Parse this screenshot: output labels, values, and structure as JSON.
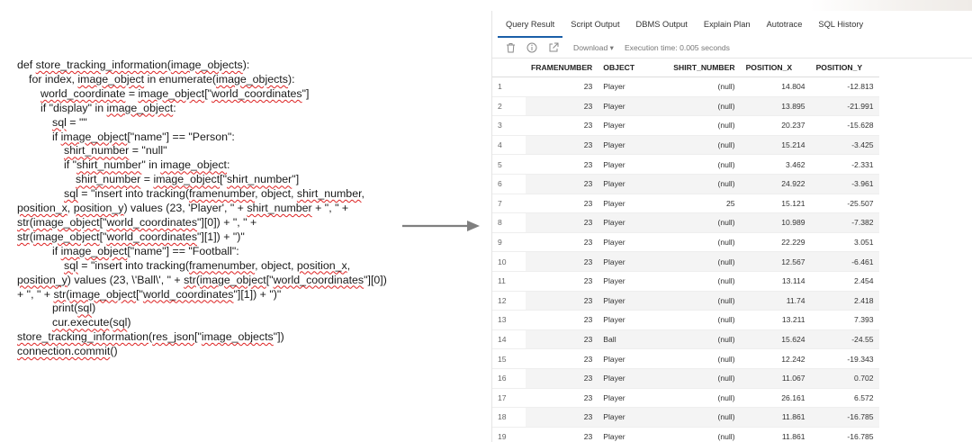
{
  "code": {
    "lines": [
      {
        "indent": 0,
        "segments": [
          {
            "t": "def "
          },
          {
            "t": "store_tracking_information",
            "sq": true
          },
          {
            "t": "("
          },
          {
            "t": "image_objects",
            "sq": true
          },
          {
            "t": "):"
          }
        ]
      },
      {
        "indent": 1,
        "segments": [
          {
            "t": "for index, "
          },
          {
            "t": "image_object",
            "sq": true
          },
          {
            "t": " in enumerate("
          },
          {
            "t": "image_objects",
            "sq": true
          },
          {
            "t": "):"
          }
        ]
      },
      {
        "indent": 2,
        "segments": [
          {
            "t": "world_coordinate",
            "sq": true
          },
          {
            "t": " = "
          },
          {
            "t": "image_object",
            "sq": true
          },
          {
            "t": "[\""
          },
          {
            "t": "world_coordinates",
            "sq": true
          },
          {
            "t": "\"]"
          }
        ]
      },
      {
        "indent": 2,
        "segments": [
          {
            "t": "if \"display\" in "
          },
          {
            "t": "image_object",
            "sq": true
          },
          {
            "t": ":"
          }
        ]
      },
      {
        "indent": 3,
        "segments": [
          {
            "t": "sql",
            "sq": true
          },
          {
            "t": " = \"\""
          }
        ]
      },
      {
        "indent": 3,
        "segments": [
          {
            "t": "if "
          },
          {
            "t": "image_object",
            "sq": true
          },
          {
            "t": "[\"name\"] == \"Person\":"
          }
        ]
      },
      {
        "indent": 4,
        "segments": [
          {
            "t": "shirt_number",
            "sq": true
          },
          {
            "t": " = \"null\""
          }
        ]
      },
      {
        "indent": 4,
        "segments": [
          {
            "t": "if \""
          },
          {
            "t": "shirt_number",
            "sq": true
          },
          {
            "t": "\" in "
          },
          {
            "t": "image_object",
            "sq": true
          },
          {
            "t": ":"
          }
        ]
      },
      {
        "indent": 5,
        "segments": [
          {
            "t": "shirt_number",
            "sq": true
          },
          {
            "t": " = "
          },
          {
            "t": "image_object",
            "sq": true
          },
          {
            "t": "[\""
          },
          {
            "t": "shirt_number",
            "sq": true
          },
          {
            "t": "\"]"
          }
        ]
      },
      {
        "indent": 4,
        "wrap": true,
        "segments": [
          {
            "t": "sql",
            "sq": true
          },
          {
            "t": " = \"insert into tracking("
          },
          {
            "t": "framenumber",
            "sq": true
          },
          {
            "t": ", object, "
          },
          {
            "t": "shirt_number",
            "sq": true
          },
          {
            "t": ", "
          },
          {
            "t": "position_x",
            "sq": true
          },
          {
            "t": ", "
          },
          {
            "t": "position_y",
            "sq": true
          },
          {
            "t": ") values (23, 'Player', \" + "
          },
          {
            "t": "shirt_number",
            "sq": true
          },
          {
            "t": " + \", \" + "
          },
          {
            "t": "str",
            "sq": true
          },
          {
            "t": "("
          },
          {
            "t": "image_object",
            "sq": true
          },
          {
            "t": "[\""
          },
          {
            "t": "world_coordinates",
            "sq": true
          },
          {
            "t": "\"][0]) + \", \" + "
          },
          {
            "t": "str",
            "sq": true
          },
          {
            "t": "("
          },
          {
            "t": "image_object",
            "sq": true
          },
          {
            "t": "[\""
          },
          {
            "t": "world_coordinates",
            "sq": true
          },
          {
            "t": "\"][1]) + \")\""
          }
        ]
      },
      {
        "indent": 3,
        "segments": [
          {
            "t": "if "
          },
          {
            "t": "image_object",
            "sq": true
          },
          {
            "t": "[\"name\"] == \"Football\":"
          }
        ]
      },
      {
        "indent": 4,
        "wrap": true,
        "segments": [
          {
            "t": "sql",
            "sq": true
          },
          {
            "t": " = \"insert into tracking("
          },
          {
            "t": "framenumber",
            "sq": true
          },
          {
            "t": ", object, "
          },
          {
            "t": "position_x",
            "sq": true
          },
          {
            "t": ", "
          },
          {
            "t": "position_y",
            "sq": true
          },
          {
            "t": ") values (23, \\'Ball\\', \" + "
          },
          {
            "t": "str",
            "sq": true
          },
          {
            "t": "("
          },
          {
            "t": "image_object",
            "sq": true
          },
          {
            "t": "[\""
          },
          {
            "t": "world_coordinates",
            "sq": true
          },
          {
            "t": "\"][0]) + \", \" + "
          },
          {
            "t": "str",
            "sq": true
          },
          {
            "t": "("
          },
          {
            "t": "image_object",
            "sq": true
          },
          {
            "t": "[\""
          },
          {
            "t": "world_coordinates",
            "sq": true
          },
          {
            "t": "\"][1]) + \")\""
          }
        ]
      },
      {
        "indent": 3,
        "segments": [
          {
            "t": "print("
          },
          {
            "t": "sql",
            "sq": true
          },
          {
            "t": ")"
          }
        ]
      },
      {
        "indent": 3,
        "segments": [
          {
            "t": "cur.execute",
            "sq": true
          },
          {
            "t": "("
          },
          {
            "t": "sql",
            "sq": true
          },
          {
            "t": ")"
          }
        ]
      },
      {
        "indent": 0,
        "segments": [
          {
            "t": "store_tracking_information",
            "sq": true
          },
          {
            "t": "("
          },
          {
            "t": "res_json",
            "sq": true
          },
          {
            "t": "[\""
          },
          {
            "t": "image_objects",
            "sq": true
          },
          {
            "t": "\"])"
          }
        ]
      },
      {
        "indent": 0,
        "segments": [
          {
            "t": "connection.commit",
            "sq": true
          },
          {
            "t": "()"
          }
        ]
      }
    ]
  },
  "panel": {
    "tabs": [
      {
        "label": "Query Result",
        "active": true
      },
      {
        "label": "Script Output",
        "active": false
      },
      {
        "label": "DBMS Output",
        "active": false
      },
      {
        "label": "Explain Plan",
        "active": false
      },
      {
        "label": "Autotrace",
        "active": false
      },
      {
        "label": "SQL History",
        "active": false
      }
    ],
    "toolbar": {
      "icons": [
        "trash-icon",
        "info-icon",
        "export-icon"
      ],
      "download_label": "Download",
      "execution_time": "Execution time: 0.005 seconds"
    },
    "columns": [
      "FRAMENUMBER",
      "OBJECT",
      "SHIRT_NUMBER",
      "POSITION_X",
      "POSITION_Y"
    ],
    "rows": [
      [
        "1",
        "23",
        "Player",
        "(null)",
        "14.804",
        "-12.813"
      ],
      [
        "2",
        "23",
        "Player",
        "(null)",
        "13.895",
        "-21.991"
      ],
      [
        "3",
        "23",
        "Player",
        "(null)",
        "20.237",
        "-15.628"
      ],
      [
        "4",
        "23",
        "Player",
        "(null)",
        "15.214",
        "-3.425"
      ],
      [
        "5",
        "23",
        "Player",
        "(null)",
        "3.462",
        "-2.331"
      ],
      [
        "6",
        "23",
        "Player",
        "(null)",
        "24.922",
        "-3.961"
      ],
      [
        "7",
        "23",
        "Player",
        "25",
        "15.121",
        "-25.507"
      ],
      [
        "8",
        "23",
        "Player",
        "(null)",
        "10.989",
        "-7.382"
      ],
      [
        "9",
        "23",
        "Player",
        "(null)",
        "22.229",
        "3.051"
      ],
      [
        "10",
        "23",
        "Player",
        "(null)",
        "12.567",
        "-6.461"
      ],
      [
        "11",
        "23",
        "Player",
        "(null)",
        "13.114",
        "2.454"
      ],
      [
        "12",
        "23",
        "Player",
        "(null)",
        "11.74",
        "2.418"
      ],
      [
        "13",
        "23",
        "Player",
        "(null)",
        "13.211",
        "7.393"
      ],
      [
        "14",
        "23",
        "Ball",
        "(null)",
        "15.624",
        "-24.55"
      ],
      [
        "15",
        "23",
        "Player",
        "(null)",
        "12.242",
        "-19.343"
      ],
      [
        "16",
        "23",
        "Player",
        "(null)",
        "11.067",
        "0.702"
      ],
      [
        "17",
        "23",
        "Player",
        "(null)",
        "26.161",
        "6.572"
      ],
      [
        "18",
        "23",
        "Player",
        "(null)",
        "11.861",
        "-16.785"
      ],
      [
        "19",
        "23",
        "Player",
        "(null)",
        "11.861",
        "-16.785"
      ]
    ]
  },
  "colors": {
    "active_tab_underline": "#1a5fa8",
    "alt_row": "#f4f4f4",
    "squiggle": "#dd2222"
  }
}
